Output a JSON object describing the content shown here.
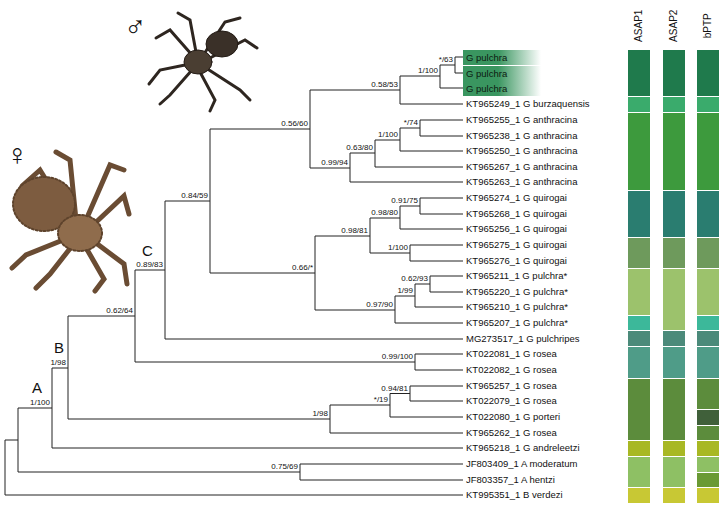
{
  "diagram": {
    "nodes": [
      {
        "text": [
          "G pulchra"
        ]
      },
      {
        "text": [
          "G pulchra"
        ]
      },
      {
        "text": [
          "G pulchra"
        ]
      }
    ],
    "labels": [
      "♂",
      "♀",
      "ASAP1",
      "ASAP2",
      "bPTP",
      "A",
      "B",
      "C",
      "KT965249_1 G burzaquensis",
      "KT965255_1 G anthracina",
      "KT965238_1 G anthracina",
      "KT965250_1 G anthracina",
      "KT965267_1 G anthracina",
      "KT965263_1 G anthracina",
      "KT965274_1 G quirogai",
      "KT965268_1 G quirogai",
      "KT965256_1 G quirogai",
      "KT965275_1 G quirogai",
      "KT965276_1 G quirogai",
      "KT965211_1 G pulchra*",
      "KT965220_1 G pulchra*",
      "KT965210_1 G pulchra*",
      "KT965207_1 G pulchra*",
      "MG273517_1 G pulchripes",
      "KT022081_1 G rosea",
      "KT022082_1 G rosea",
      "KT965257_1 G rosea",
      "KT022079_1 G rosea",
      "KT022080_1 G porteri",
      "KT965262_1 G rosea",
      "KT965218_1 G andreleetzi",
      "JF803409_1 A moderatum",
      "JF803357_1 A hentzi",
      "KT995351_1 B verdezi",
      "*/63",
      "1/100",
      "0.58/53",
      "0.56/60",
      "*/74",
      "1/100",
      "0.63/80",
      "0.99/94",
      "0.84/59",
      "0.91/75",
      "0.98/80",
      "0.98/81",
      "1/100",
      "0.89/83",
      "0.66/*",
      "0.62/93",
      "1/99",
      "0.97/90",
      "0.62/64",
      "0.99/100",
      "1/98",
      "0.94/81",
      "*/19",
      "1/100",
      "1/98",
      "0.75/69"
    ]
  }
}
